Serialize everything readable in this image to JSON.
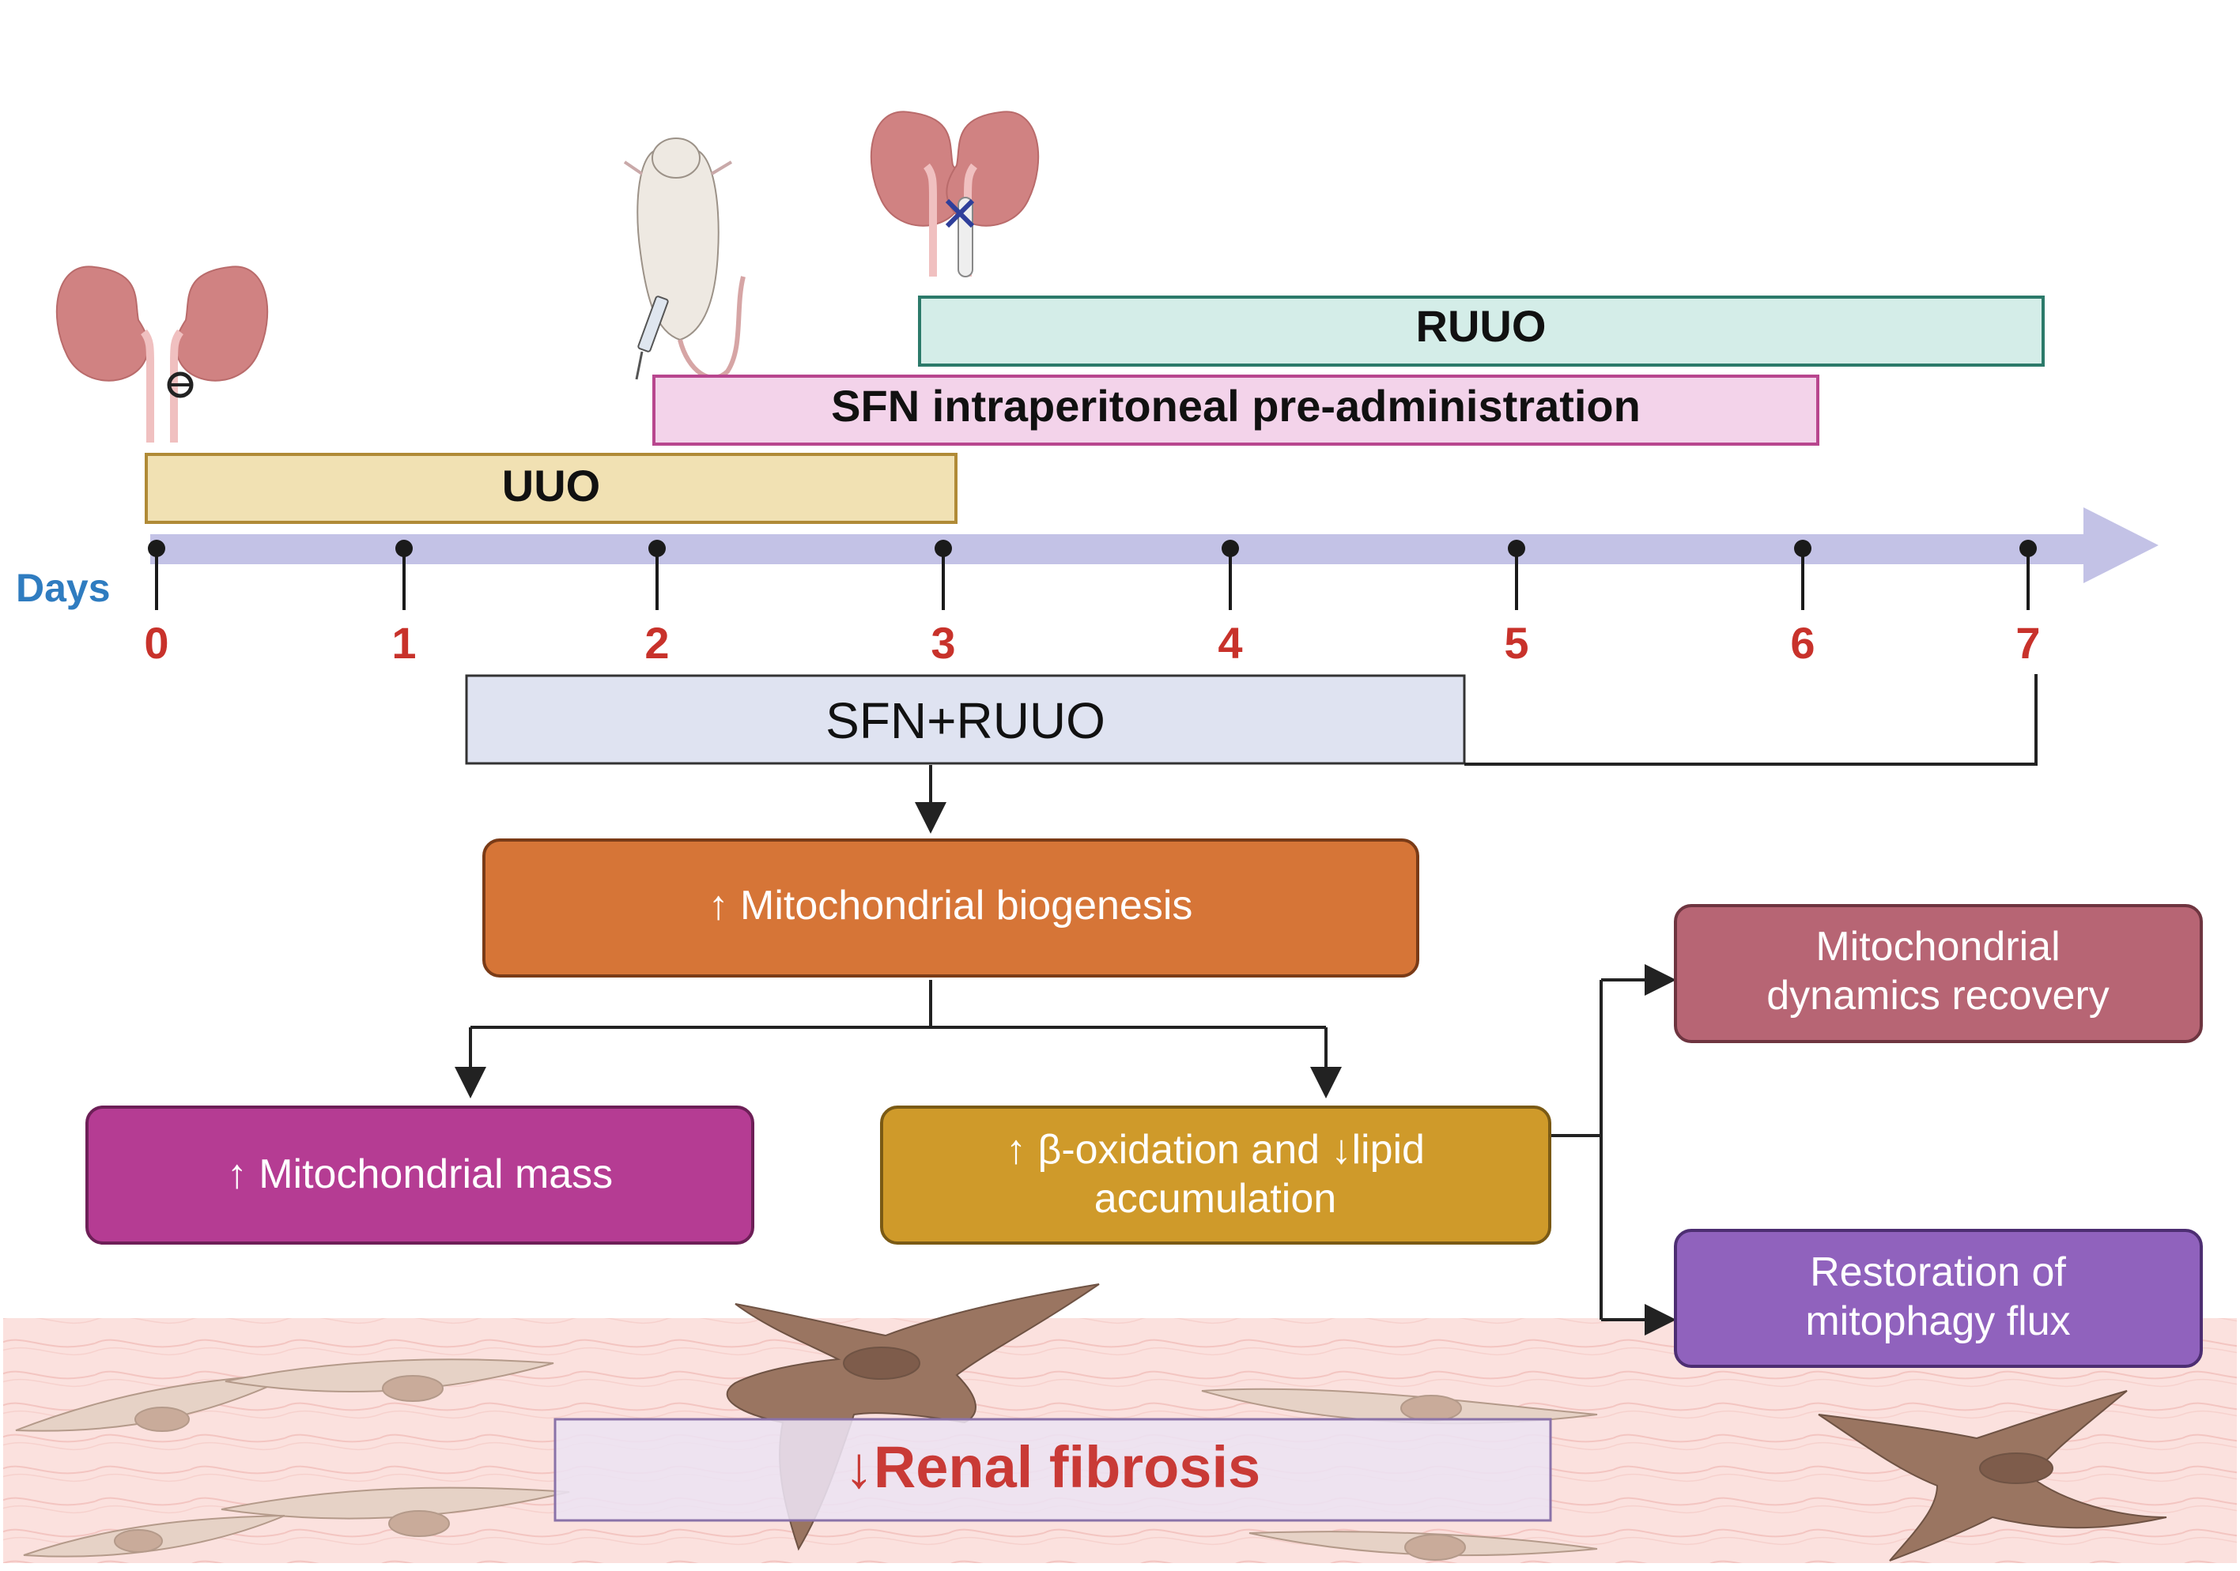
{
  "timeline": {
    "axis_label": "Days",
    "days": [
      "0",
      "1",
      "2",
      "3",
      "4",
      "5",
      "6",
      "7"
    ]
  },
  "bars": {
    "uuo": "UUO",
    "sfn": "SFN intraperitoneal pre-administration",
    "ruuo": "RUUO"
  },
  "group_box": "SFN+RUUO",
  "outcomes": {
    "biogenesis": {
      "lines": [
        "↑ Mitochondrial biogenesis"
      ]
    },
    "mass": {
      "lines": [
        "↑ Mitochondrial mass"
      ]
    },
    "beta_oxidation": {
      "lines": [
        "↑ β-oxidation and ↓lipid",
        "accumulation"
      ]
    },
    "dynamics": {
      "lines": [
        "Mitochondrial",
        "dynamics recovery"
      ]
    },
    "mitophagy": {
      "lines": [
        "Restoration of",
        "mitophagy flux"
      ]
    },
    "fibrosis": "↓Renal fibrosis"
  },
  "colors": {
    "uuo": "#f1e1b3",
    "sfn": "#f3d3ea",
    "ruuo": "#d4ede8",
    "timeline": "#c3c2e6",
    "group_box": "#dfe3f1",
    "biogenesis": "#d67537",
    "mass": "#b53c93",
    "beta_oxidation": "#cf9a2a",
    "dynamics": "#b76574",
    "mitophagy": "#9062bd",
    "fibrosis_text": "#c93a36",
    "days_label": "#2f7cc0",
    "day_numbers": "#c8322b"
  },
  "icons": [
    "kidney-icon",
    "suture-icon",
    "clamp-icon",
    "mouse-icon",
    "syringe-icon",
    "fibroblast-icon"
  ]
}
